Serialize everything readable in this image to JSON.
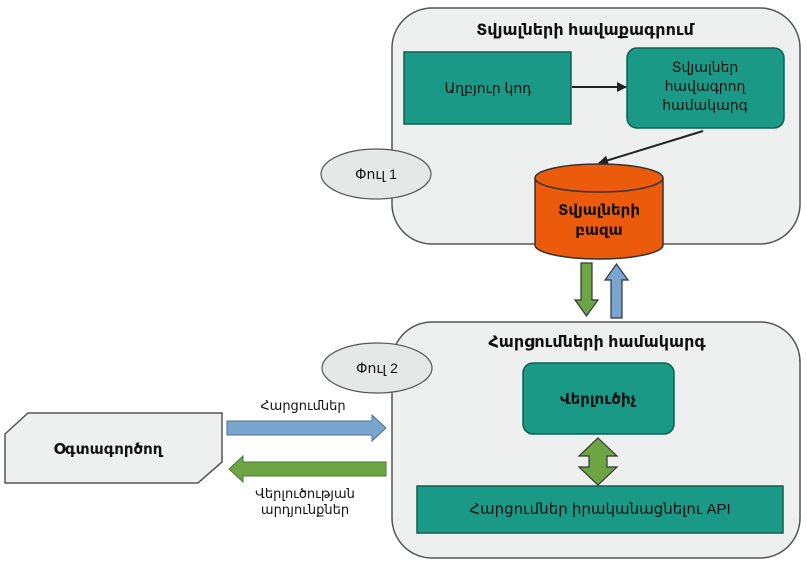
{
  "panels": {
    "data_collection": {
      "title": "Տվյալների հավաքագրում"
    },
    "query_system": {
      "title": "Հարցումների համակարգ"
    }
  },
  "nodes": {
    "source_code": {
      "label": "Աղբյուր կոդ"
    },
    "data_collection_system": {
      "lines": [
        "Տվյալներ",
        "հավագրող",
        "համակարգ"
      ]
    },
    "database": {
      "lines": [
        "Տվյալների",
        "բազա"
      ]
    },
    "phase_1": {
      "label": "Փուլ 1"
    },
    "phase_2": {
      "label": "Փուլ 2"
    },
    "analyzer": {
      "label": "Վերլուծիչ"
    },
    "query_api": {
      "label": "Հարցումներ իրականացնելու API"
    },
    "user": {
      "label": "Օգտագործող"
    }
  },
  "arrows": {
    "queries": {
      "label": "Հարցումներ"
    },
    "analysis_results": {
      "lines": [
        "Վերլուծության",
        "արդյունքներ"
      ]
    }
  },
  "colors": {
    "panel_fill": "#eef0f0",
    "panel_stroke": "#555555",
    "teal": "#1a9a86",
    "teal_stroke": "#0f5f52",
    "database": "#ec5a0c",
    "blue_arrow": "#7aa5cf",
    "green_arrow": "#6da544",
    "ellipse_fill": "#e6e8e8"
  }
}
